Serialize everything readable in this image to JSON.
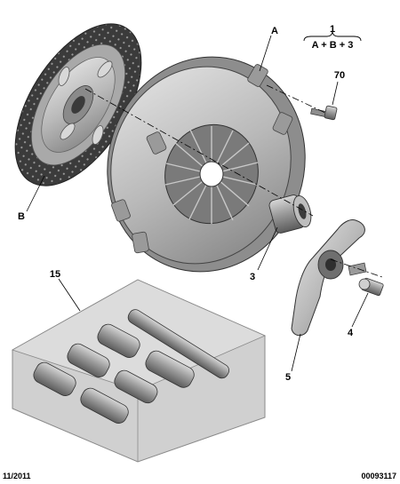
{
  "diagram": {
    "callouts": {
      "a": "A",
      "b": "B",
      "three": "3",
      "four": "4",
      "five": "5",
      "fifteen": "15",
      "seventy": "70"
    },
    "kit_formula": {
      "number": "1",
      "formula": "A + B + 3"
    }
  },
  "footer": {
    "date": "11/2011",
    "reference": "00093117"
  }
}
